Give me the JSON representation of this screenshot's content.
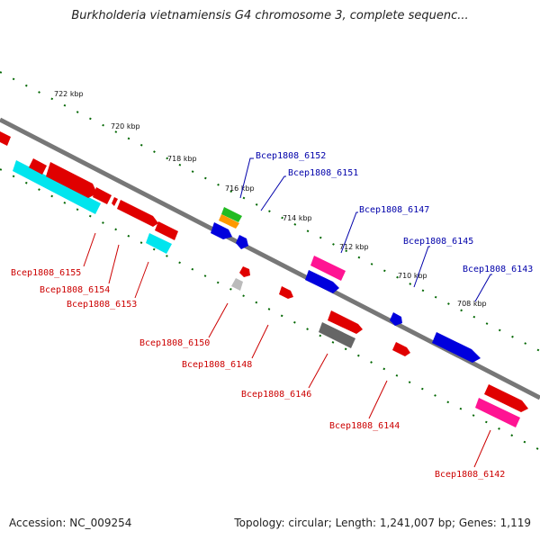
{
  "title": "Burkholderia vietnamiensis G4 chromosome 3, complete sequenc...",
  "accession": "Accession: NC_009254",
  "summary": "Topology: circular; Length: 1,241,007 bp; Genes: 1,119",
  "colors": {
    "red": "#e00000",
    "cyan": "#00e5ee",
    "blue": "#0000dd",
    "pink": "#ff1493",
    "gray": "#666666",
    "light_gray": "#bbbbbb",
    "green": "#22bb22",
    "orange": "#ff9900",
    "top_label": "#0000aa",
    "bottom_label": "#cc0000",
    "tick_green": "#006600",
    "backbone": "#777777"
  },
  "kbp_labels": [
    "722 kbp",
    "720 kbp",
    "718 kbp",
    "716 kbp",
    "714 kbp",
    "712 kbp",
    "710 kbp",
    "708 kbp"
  ],
  "genes_top": [
    "Bcep1808_6152",
    "Bcep1808_6151",
    "Bcep1808_6147",
    "Bcep1808_6145",
    "Bcep1808_6143"
  ],
  "genes_bottom": [
    "Bcep1808_6155",
    "Bcep1808_6154",
    "Bcep1808_6153",
    "Bcep1808_6150",
    "Bcep1808_6148",
    "Bcep1808_6146",
    "Bcep1808_6144",
    "Bcep1808_6142"
  ]
}
